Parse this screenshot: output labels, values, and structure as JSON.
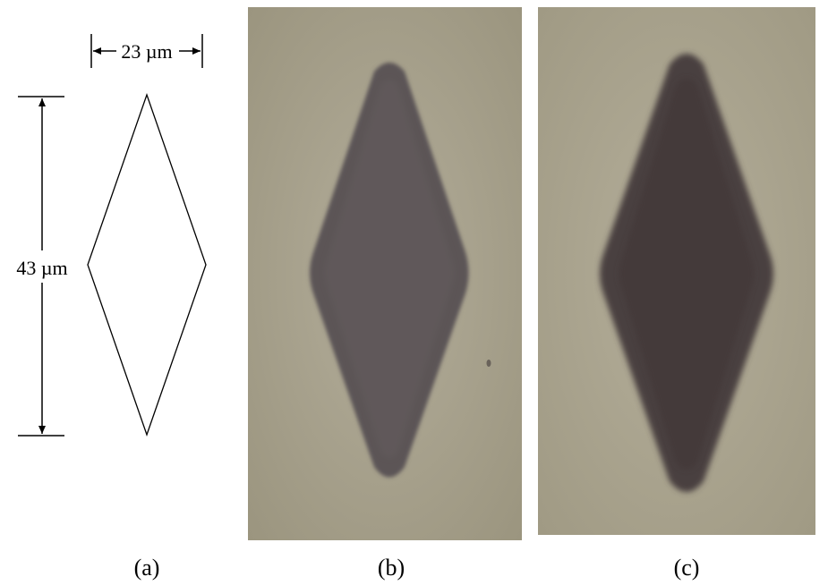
{
  "figure": {
    "panel_a": {
      "width_label": "23 µm",
      "height_label": "43 µm",
      "caption": "(a)"
    },
    "panel_b": {
      "caption": "(b)"
    },
    "panel_c": {
      "caption": "(c)"
    }
  },
  "colors": {
    "photo_background_b": "#aba592",
    "photo_background_c": "#ada792",
    "rhombus_fill_b": "#5e5658",
    "rhombus_fill_c": "#4b4041",
    "line": "#000000"
  }
}
